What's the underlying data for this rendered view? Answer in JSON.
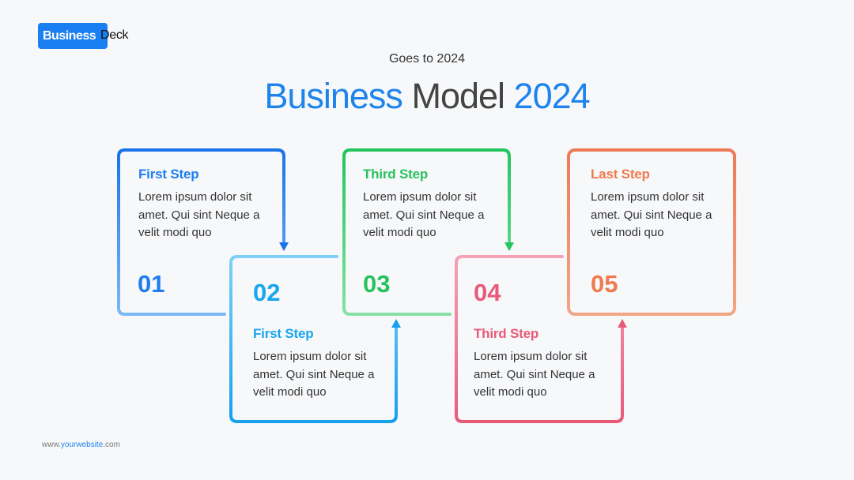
{
  "logo": {
    "highlight": "Business",
    "rest": "Deck"
  },
  "header": {
    "subtitle": "Goes to 2024",
    "title_part1": "Business",
    "title_part2": "Model",
    "title_part3": "2024"
  },
  "steps": [
    {
      "number": "01",
      "heading": "First Step",
      "text": "Lorem ipsum dolor sit amet. Qui sint Neque a velit modi quo",
      "color": "#1e7ef0"
    },
    {
      "number": "02",
      "heading": "First Step",
      "text": "Lorem ipsum dolor sit amet. Qui sint Neque a velit modi quo",
      "color": "#18a6ee"
    },
    {
      "number": "03",
      "heading": "Third Step",
      "text": "Lorem ipsum dolor sit amet. Qui sint Neque a velit modi quo",
      "color": "#27c25e"
    },
    {
      "number": "04",
      "heading": "Third Step",
      "text": "Lorem ipsum dolor sit amet. Qui sint Neque a velit modi quo",
      "color": "#e85a7a"
    },
    {
      "number": "05",
      "heading": "Last Step",
      "text": "Lorem ipsum dolor sit amet. Qui sint Neque a velit modi quo",
      "color": "#ef7a50"
    }
  ],
  "footer": {
    "prefix": "www.",
    "site": "yourwebsite",
    "suffix": ".com"
  }
}
